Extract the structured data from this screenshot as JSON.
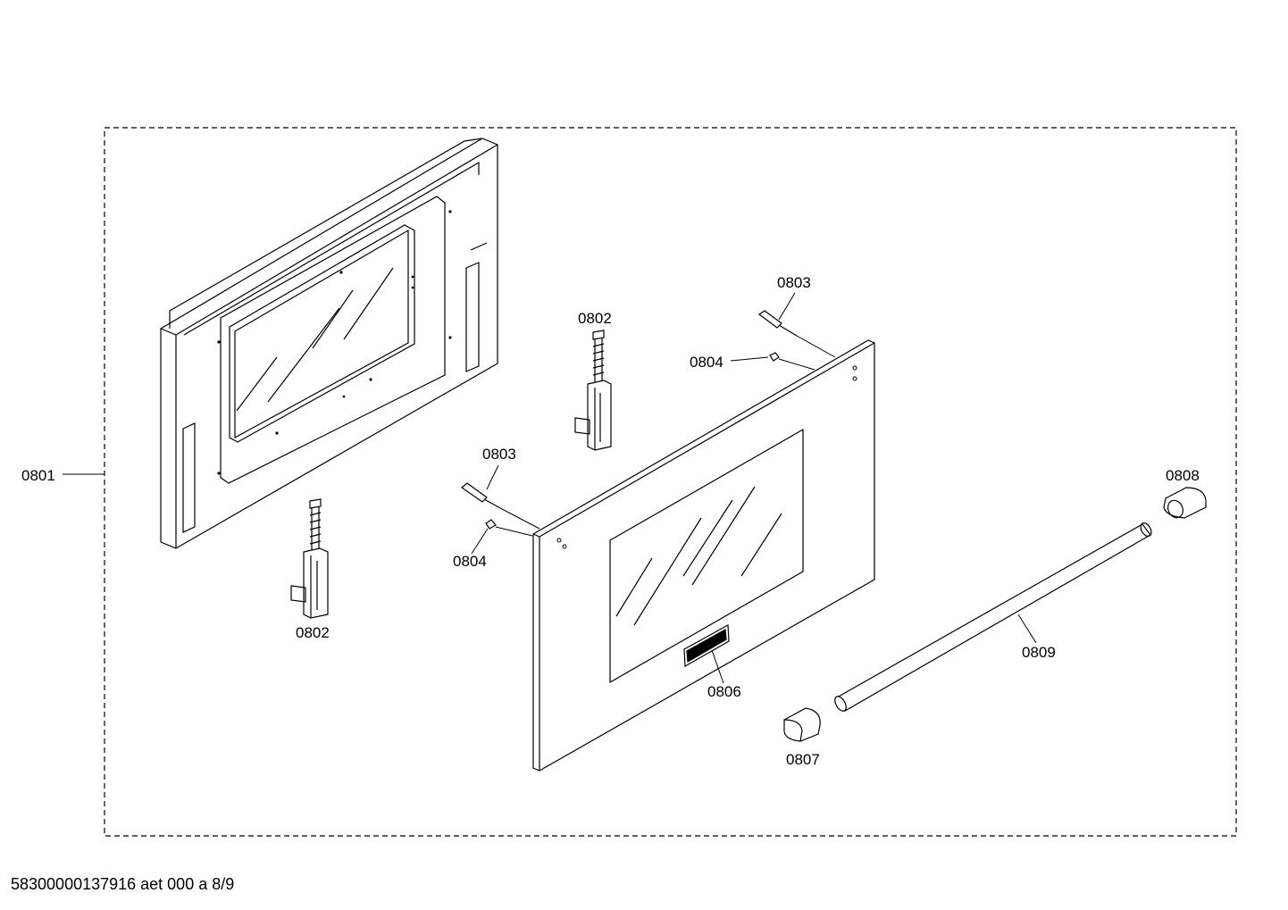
{
  "labels": {
    "door_inner_frame": "0801",
    "hinge_upper": "0802",
    "hinge_lower": "0802",
    "screw_upper": "0803",
    "screw_lower": "0803",
    "pin_upper": "0804",
    "pin_lower": "0804",
    "door_front_panel": "0806",
    "handle_endcap_left": "0807",
    "handle_endcap_right": "0808",
    "handle_bar": "0809"
  },
  "footer": {
    "document_code": "58300000137916 aet 000 a 8/9"
  }
}
